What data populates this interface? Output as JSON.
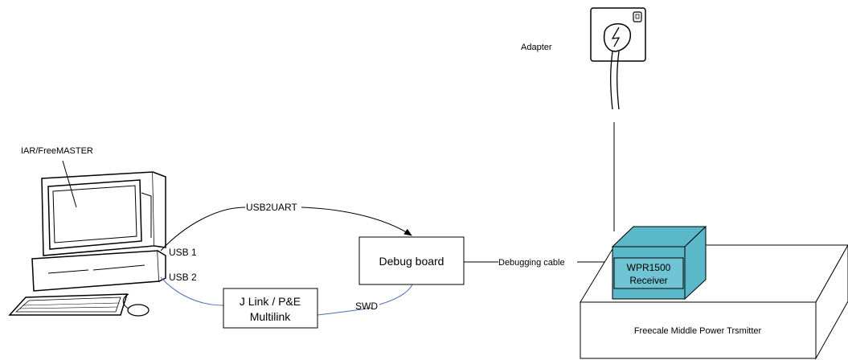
{
  "labels": {
    "adapter": "Adapter",
    "software": "IAR/FreeMASTER",
    "usb2uart": "USB2UART",
    "usb1": "USB 1",
    "usb2": "USB 2",
    "swd": "SWD",
    "debugging_cable": "Debugging cable"
  },
  "boxes": {
    "debug_board": "Debug board",
    "jlink_line1": "J Link / P&E",
    "jlink_line2": "Multilink",
    "receiver_line1": "WPR1500",
    "receiver_line2": "Receiver",
    "transmitter": "Freecale Middle Power Trsmitter"
  },
  "colors": {
    "receiver_fill": "#5bb8c9",
    "swd_line": "#4a6fb5",
    "line": "#000000"
  }
}
